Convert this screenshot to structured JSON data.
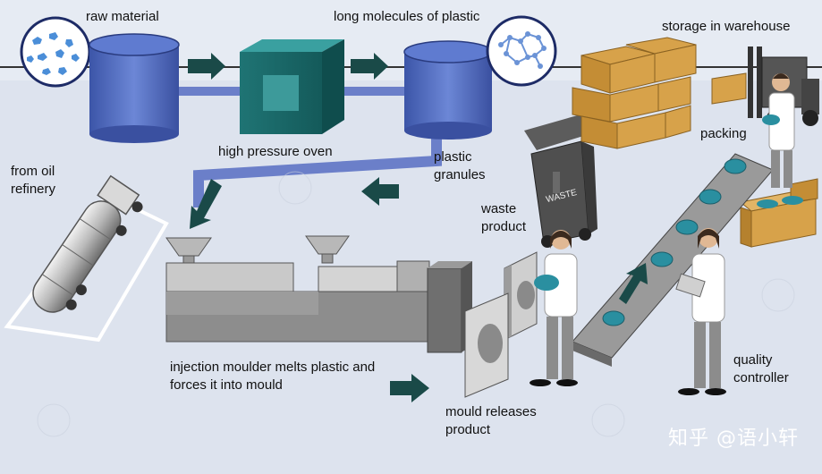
{
  "labels": {
    "raw_material": "raw material",
    "long_molecules": "long molecules of plastic",
    "storage": "storage in warehouse",
    "high_pressure_oven": "high pressure oven",
    "plastic_granules": "plastic\ngranules",
    "packing": "packing",
    "from_oil_refinery": "from oil\nrefinery",
    "waste_product": "waste\nproduct",
    "bin_text": "WASTE",
    "injection": "injection moulder melts plastic and\nforces it into mould",
    "mould_releases": "mould releases\nproduct",
    "quality_controller": "quality\ncontroller"
  },
  "watermark": "知乎 @语小轩",
  "colors": {
    "background": "#dde3ee",
    "pipe": "#6b7fc9",
    "tank": "#4a63b5",
    "oven": "#1e6d6d",
    "arrow": "#1a4a48",
    "machine": "#8d8d8d",
    "box": "#d7a24a",
    "product": "#2a8fa0"
  }
}
